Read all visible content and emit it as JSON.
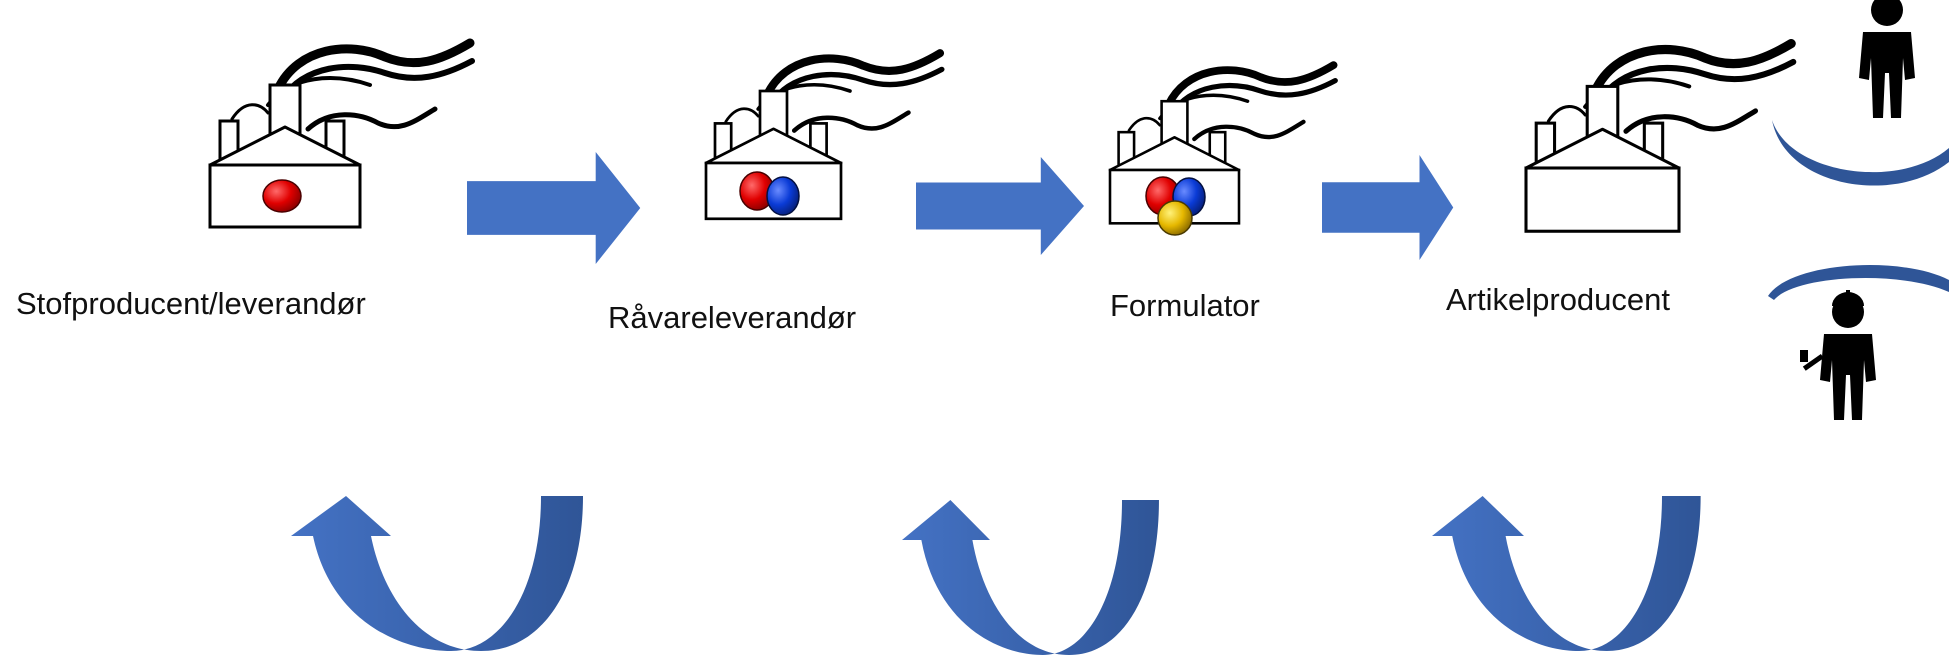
{
  "nodes": [
    {
      "label": "Stofproducent/leverandør",
      "balls": [
        "red"
      ]
    },
    {
      "label": "Råvareleverandør",
      "balls": [
        "red",
        "blue"
      ]
    },
    {
      "label": "Formulator",
      "balls": [
        "red",
        "blue",
        "yellow"
      ]
    },
    {
      "label": "Artikelproducent",
      "balls": []
    }
  ],
  "recipients": [
    "consumer-icon",
    "worker-icon"
  ],
  "colors": {
    "arrow_fill": "#4472c4",
    "arrow_dark": "#2f5597",
    "ball_red": "#e00000",
    "ball_blue": "#0a3bd6",
    "ball_yellow": "#e6b800",
    "outline": "#000000"
  }
}
